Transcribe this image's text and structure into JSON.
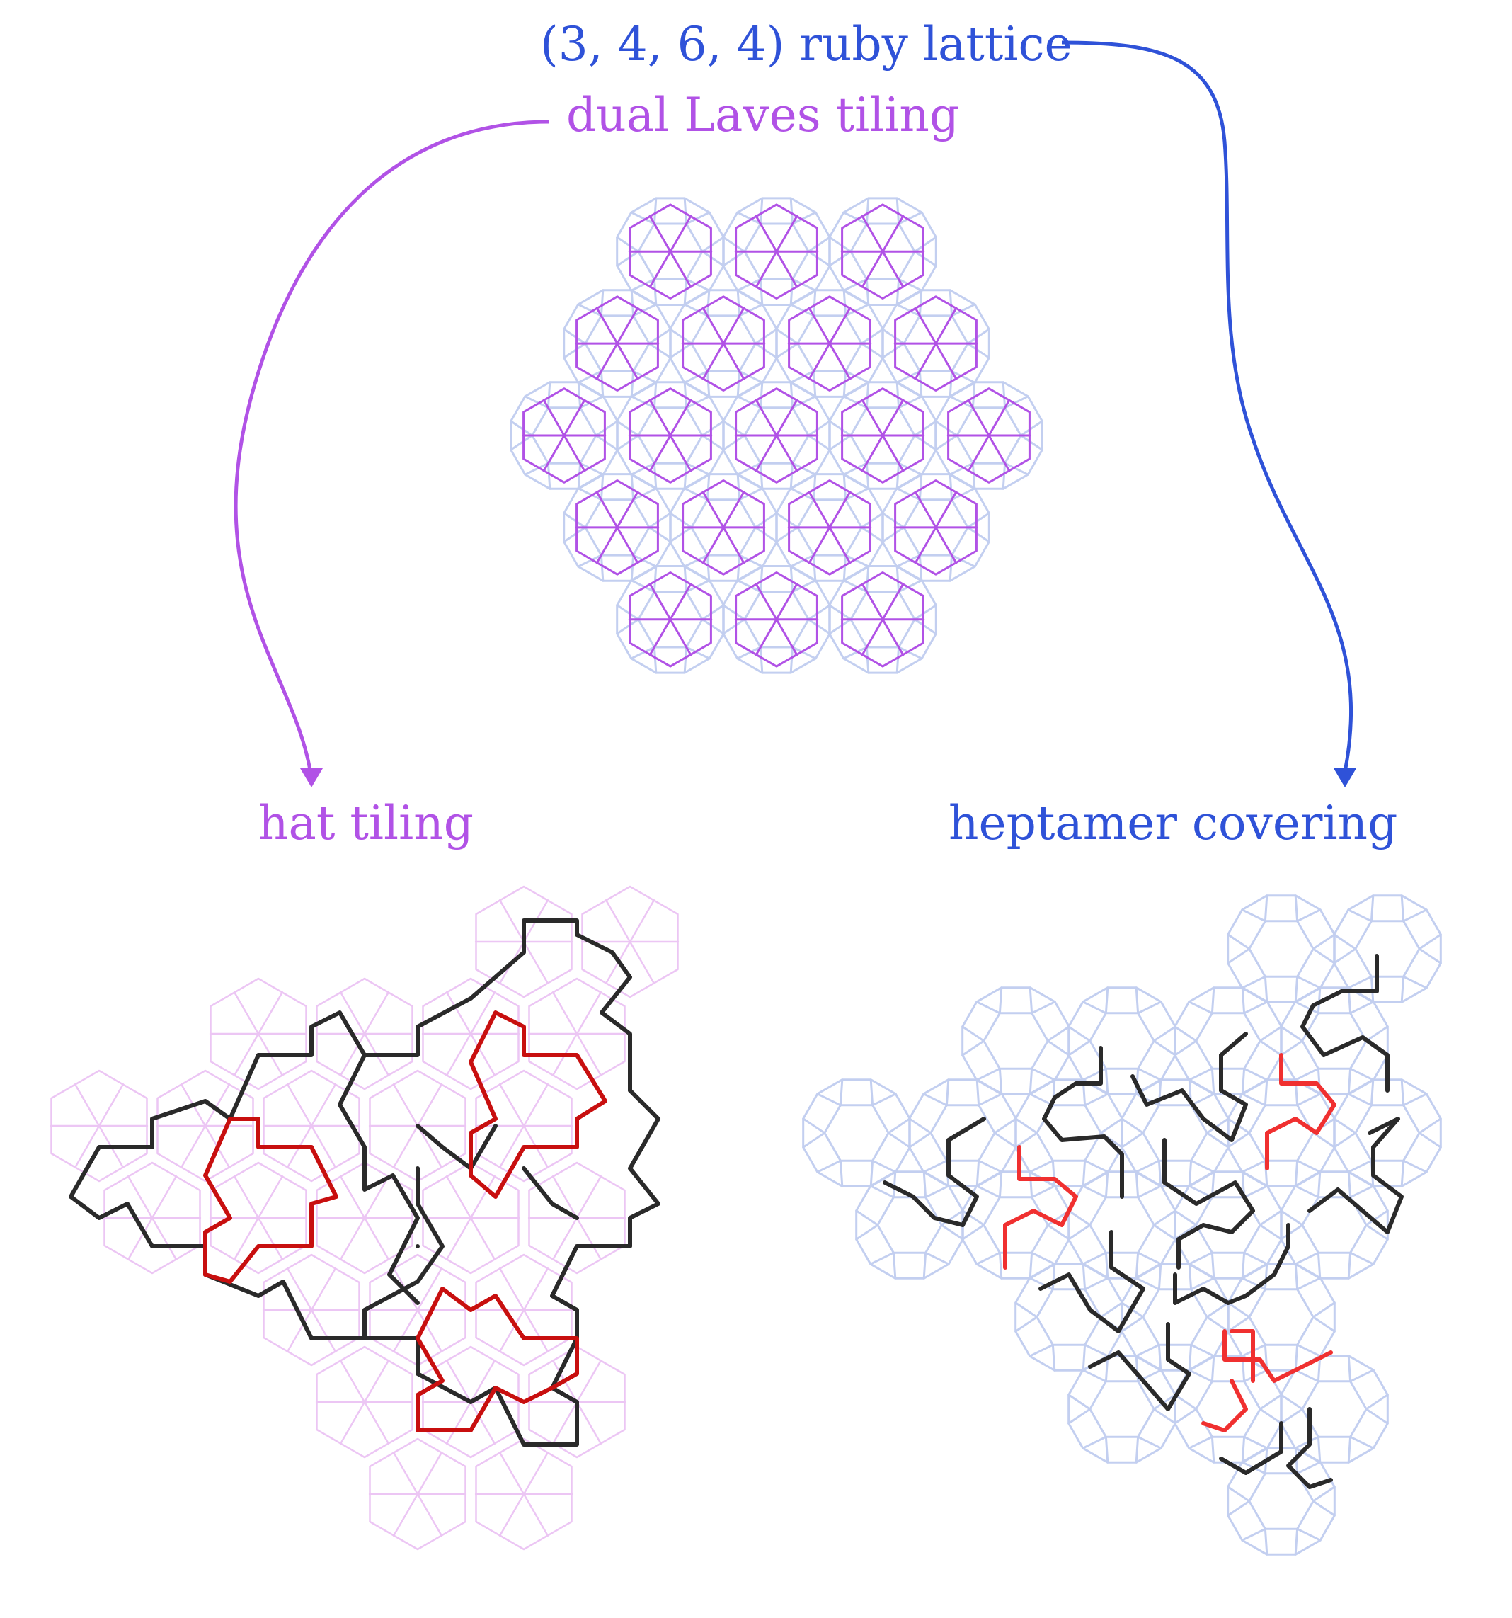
{
  "labels": {
    "ruby": "(3, 4, 6, 4) ruby lattice",
    "laves": "dual Laves tiling",
    "hat": "hat tiling",
    "heptamer": "heptamer covering"
  },
  "colors": {
    "ruby": "#2f52d8",
    "laves": "#b152e6",
    "lattice_light": "#c3cff0",
    "laves_light": "#ecc6f4",
    "hat_outline": "#2a2a2a",
    "hat_highlight": "#c80f0f",
    "heptamer_highlight": "#f03030"
  }
}
